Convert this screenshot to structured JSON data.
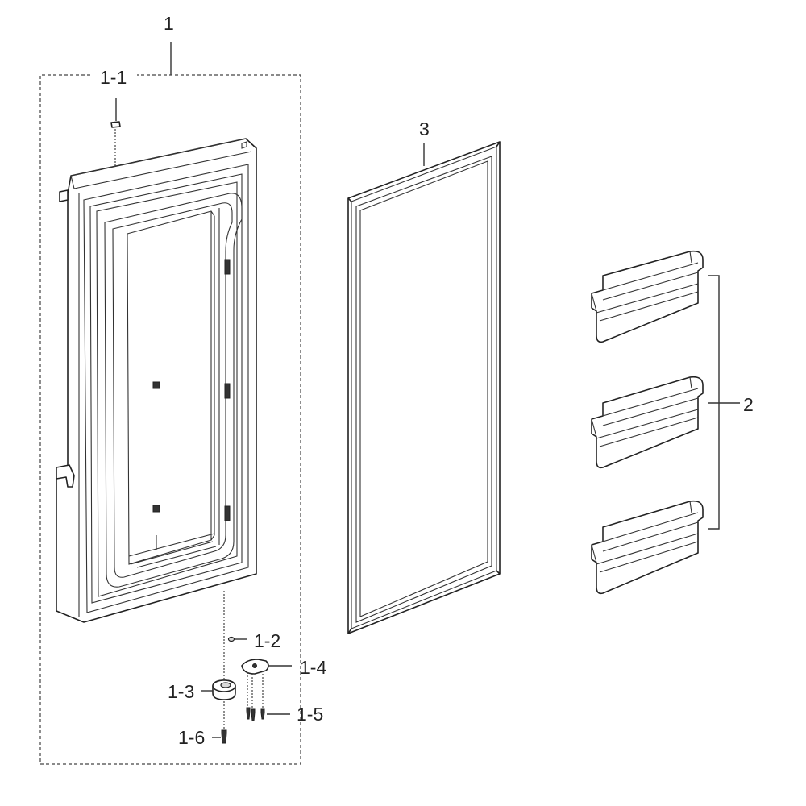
{
  "diagram": {
    "labels": {
      "door_assembly": "1",
      "dispenser_cap": "1-1",
      "washer": "1-2",
      "lower_hinge_cam": "1-3",
      "hinge_plate": "1-4",
      "plate_screws": "1-5",
      "cam_screw": "1-6",
      "door_bins": "2",
      "gasket": "3"
    },
    "colors": {
      "line": "#222222",
      "leader": "#333333",
      "background": "#ffffff"
    }
  }
}
